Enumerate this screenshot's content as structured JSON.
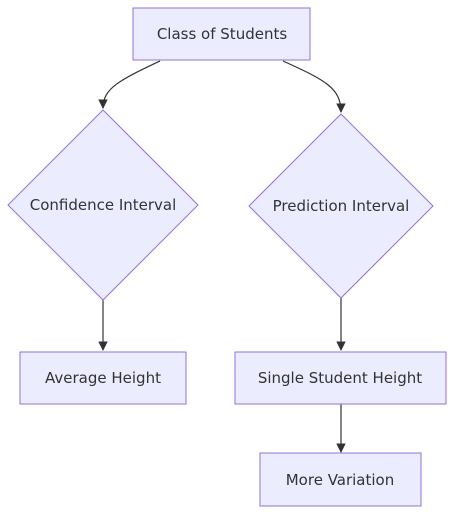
{
  "colors": {
    "node_fill": "#ECECFF",
    "node_stroke": "#9370DB",
    "edge": "#333333",
    "text": "#333333",
    "background": "#ffffff"
  },
  "nodes": {
    "class_of_students": {
      "label": "Class of Students",
      "shape": "rectangle"
    },
    "confidence_interval": {
      "label": "Confidence Interval",
      "shape": "diamond"
    },
    "prediction_interval": {
      "label": "Prediction Interval",
      "shape": "diamond"
    },
    "average_height": {
      "label": "Average Height",
      "shape": "rectangle"
    },
    "single_student_height": {
      "label": "Single Student Height",
      "shape": "rectangle"
    },
    "more_variation": {
      "label": "More Variation",
      "shape": "rectangle"
    }
  },
  "edges": [
    {
      "from": "class_of_students",
      "to": "confidence_interval"
    },
    {
      "from": "class_of_students",
      "to": "prediction_interval"
    },
    {
      "from": "confidence_interval",
      "to": "average_height"
    },
    {
      "from": "prediction_interval",
      "to": "single_student_height"
    },
    {
      "from": "single_student_height",
      "to": "more_variation"
    }
  ]
}
